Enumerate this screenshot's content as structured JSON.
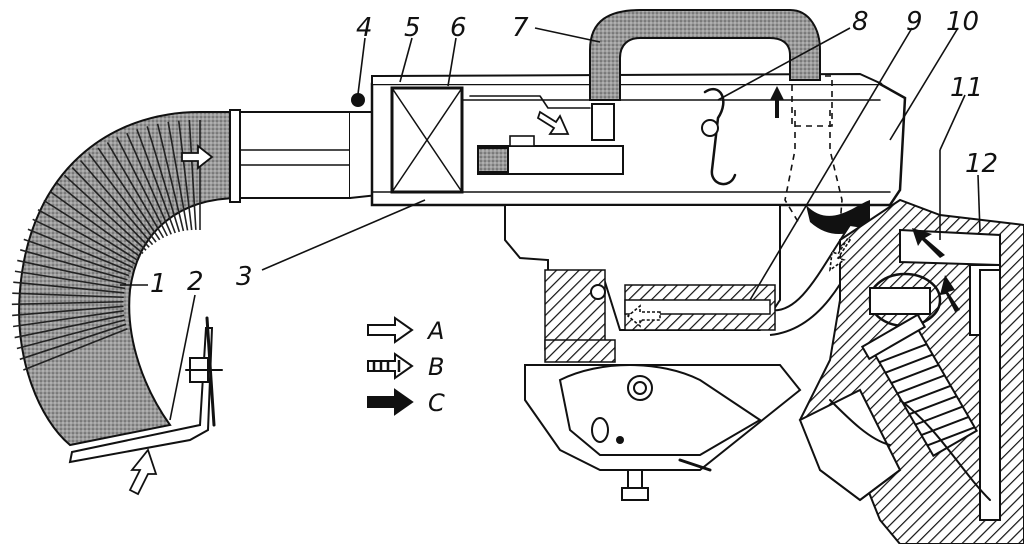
{
  "part_numbers": [
    "1",
    "2",
    "3",
    "4",
    "5",
    "6",
    "7",
    "8",
    "9",
    "10",
    "11",
    "12"
  ],
  "legend": [
    {
      "key": "A",
      "arrow": "outline-arrow-icon"
    },
    {
      "key": "B",
      "arrow": "dashed-arrow-icon"
    },
    {
      "key": "C",
      "arrow": "solid-arrow-icon"
    }
  ],
  "colors": {
    "ink": "#111111",
    "paper": "#ffffff",
    "shade": "#8a8a8a"
  }
}
